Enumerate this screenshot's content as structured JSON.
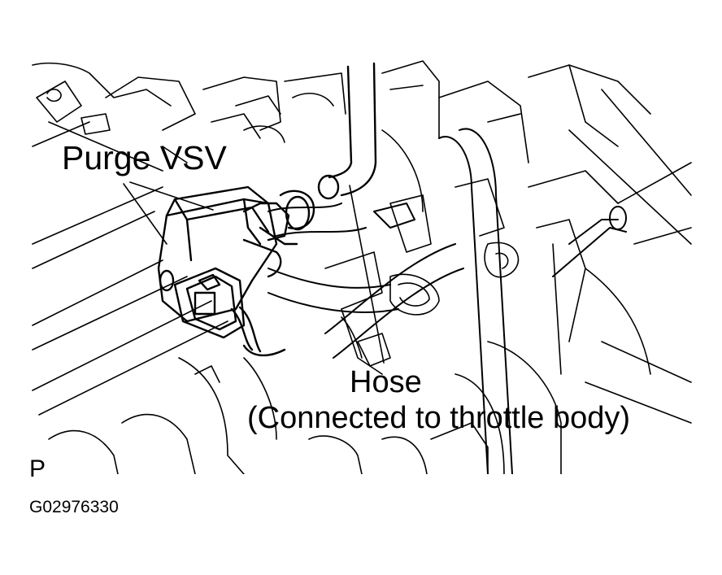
{
  "labels": {
    "purge_vsv": "Purge VSV",
    "hose": "Hose",
    "hose_note": "(Connected to throttle body)",
    "view_marker": "P",
    "figure_id": "G02976330"
  },
  "colors": {
    "ink": "#000000",
    "background": "#ffffff"
  },
  "icons": {
    "purge_vsv": "vacuum-switching-valve-drawing",
    "hose": "hose-drawing",
    "connector": "electrical-connector-drawing"
  }
}
